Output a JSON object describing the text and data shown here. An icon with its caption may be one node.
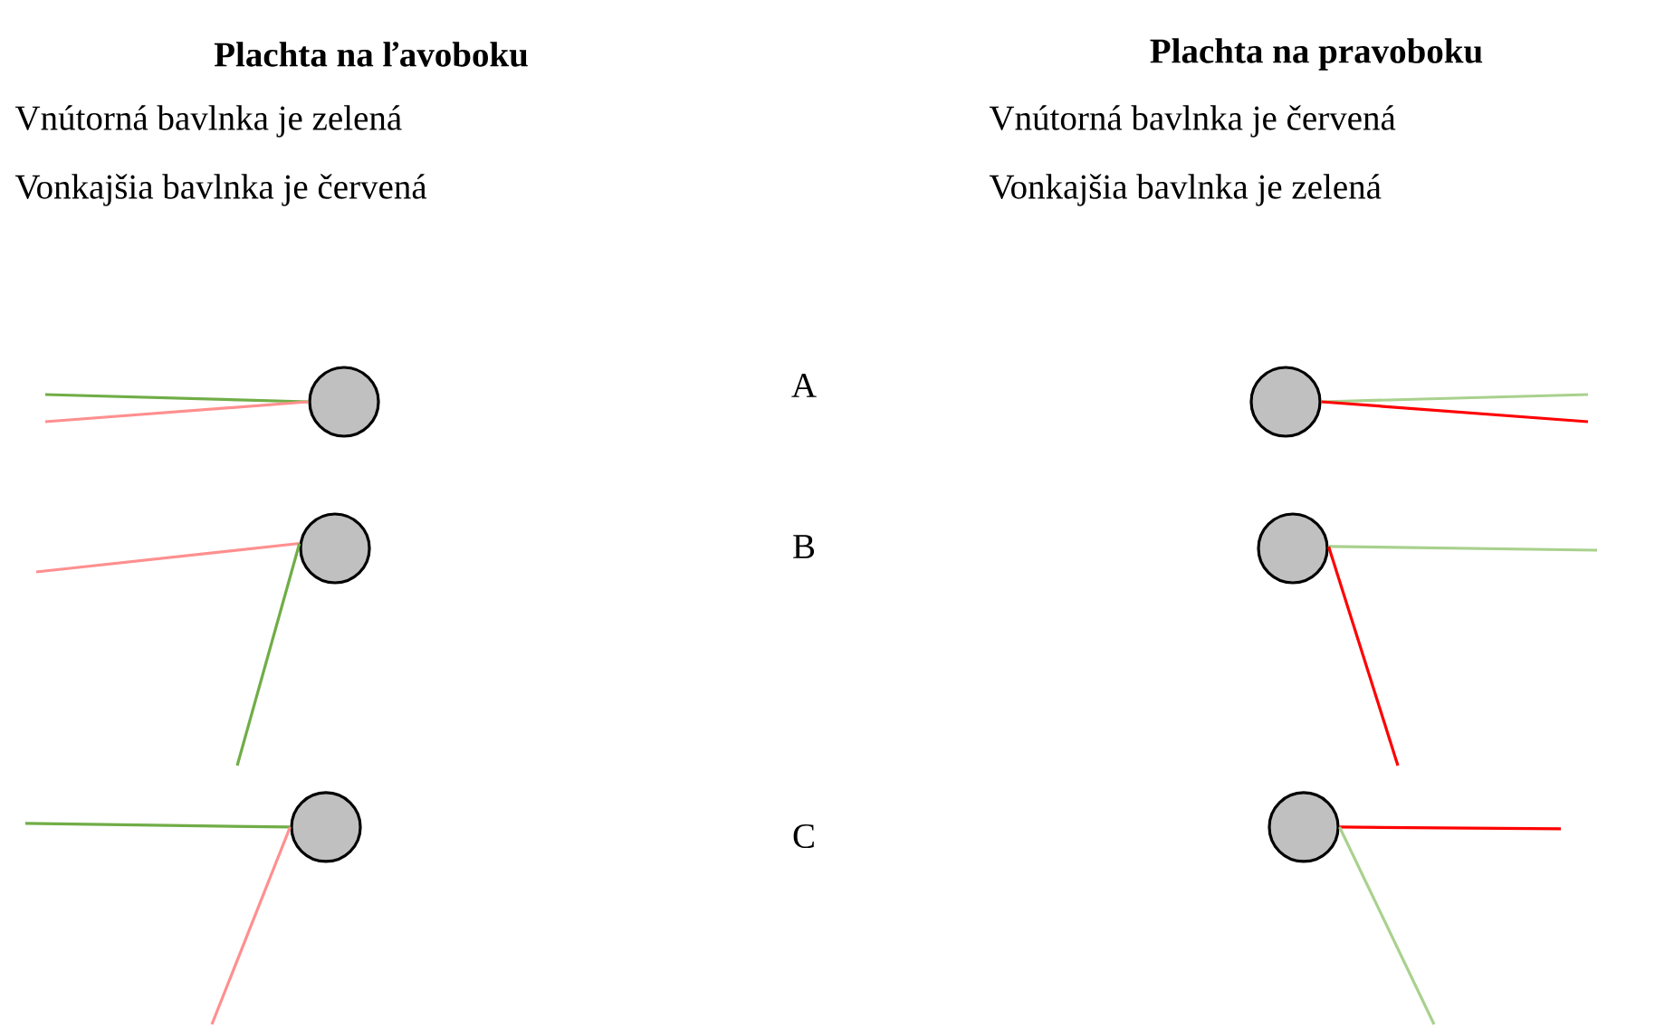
{
  "diagram": {
    "nodes": [
      {
        "text": [],
        "shape": "circle"
      },
      {
        "text": [],
        "shape": "circle"
      },
      {
        "text": [],
        "shape": "circle"
      },
      {
        "text": [],
        "shape": "circle"
      },
      {
        "text": [],
        "shape": "circle"
      },
      {
        "text": [],
        "shape": "circle"
      }
    ],
    "edges": [
      {
        "from": null,
        "to": 0,
        "arrow": "none",
        "color": "#70ad47"
      },
      {
        "from": null,
        "to": 0,
        "arrow": "none",
        "color": "#ff8f8f"
      },
      {
        "from": null,
        "to": 1,
        "arrow": "none",
        "color": "#a9d18e"
      },
      {
        "from": null,
        "to": 1,
        "arrow": "none",
        "color": "#ff0000"
      },
      {
        "from": null,
        "to": 2,
        "arrow": "none",
        "color": "#ff8f8f"
      },
      {
        "from": null,
        "to": 2,
        "arrow": "none",
        "color": "#70ad47"
      },
      {
        "from": null,
        "to": 3,
        "arrow": "none",
        "color": "#a9d18e"
      },
      {
        "from": null,
        "to": 3,
        "arrow": "none",
        "color": "#ff0000"
      },
      {
        "from": null,
        "to": 4,
        "arrow": "none",
        "color": "#70ad47"
      },
      {
        "from": null,
        "to": 4,
        "arrow": "none",
        "color": "#ff8f8f"
      },
      {
        "from": null,
        "to": 5,
        "arrow": "none",
        "color": "#ff0000"
      },
      {
        "from": null,
        "to": 5,
        "arrow": "none",
        "color": "#a9d18e"
      }
    ],
    "labels": [
      "Plachta na ľavoboku",
      "Plachta na pravoboku",
      "Vnútorná bavlnka je zelená",
      "Vnútorná bavlnka je červená",
      "Vonkajšia bavlnka je červená",
      "Vonkajšia bavlnka je zelená",
      "A",
      "B",
      "C"
    ]
  }
}
